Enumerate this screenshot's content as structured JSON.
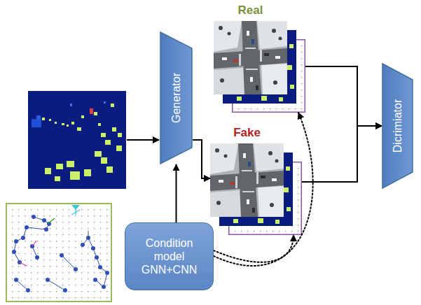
{
  "diagram": {
    "nodes": [
      {
        "text": [
          "Real"
        ]
      },
      {
        "text": [
          "Generator"
        ]
      },
      {
        "text": [
          "Fake"
        ]
      },
      {
        "text": [
          "Condition model GNN+CNN"
        ]
      },
      {
        "text": [
          "Dicrimiator"
        ]
      }
    ],
    "edges": [
      {
        "from": 1,
        "to": 2,
        "arrow": "to"
      },
      {
        "from": 3,
        "to": 1,
        "arrow": "to"
      },
      {
        "from": 0,
        "to": 4,
        "arrow": "to"
      },
      {
        "from": 2,
        "to": 4,
        "arrow": "to"
      },
      {
        "from": 3,
        "to": 2,
        "arrow": "to"
      },
      {
        "from": 3,
        "to": 0,
        "arrow": "to"
      }
    ]
  }
}
